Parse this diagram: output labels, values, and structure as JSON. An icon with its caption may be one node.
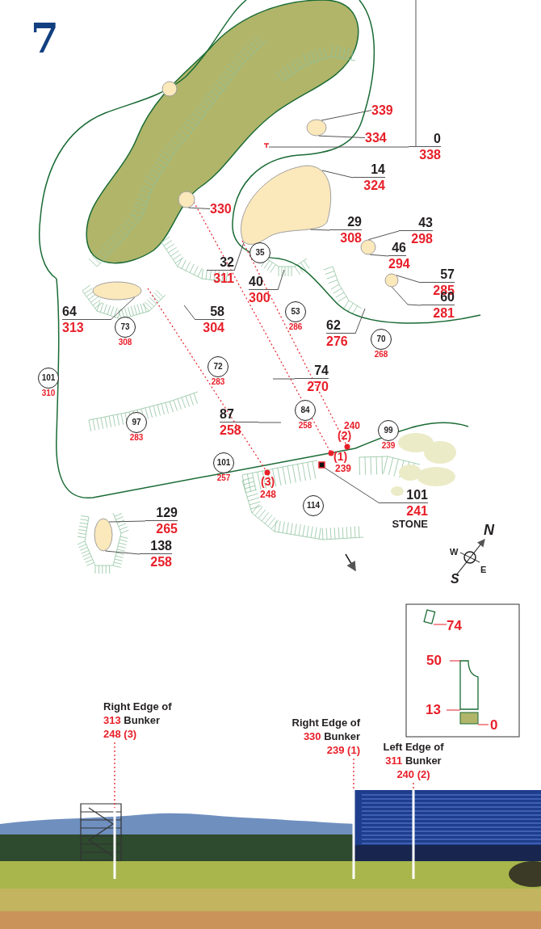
{
  "diagram": {
    "title": "7",
    "nodes": [
      {
        "text": [
          "339"
        ]
      },
      {
        "text": [
          "334"
        ]
      },
      {
        "text": [
          "0",
          "338"
        ]
      },
      {
        "text": [
          "14",
          "324"
        ]
      },
      {
        "text": [
          "330"
        ]
      },
      {
        "text": [
          "29",
          "308"
        ]
      },
      {
        "text": [
          "43",
          "298"
        ]
      },
      {
        "text": [
          "46",
          "294"
        ]
      },
      {
        "text": [
          "32",
          "311"
        ]
      },
      {
        "text": [
          "35"
        ]
      },
      {
        "text": [
          "40",
          "300"
        ]
      },
      {
        "text": [
          "57",
          "285"
        ]
      },
      {
        "text": [
          "60",
          "281"
        ]
      },
      {
        "text": [
          "64",
          "313"
        ]
      },
      {
        "text": [
          "73"
        ],
        "beside": [
          "308"
        ]
      },
      {
        "text": [
          "58",
          "304"
        ]
      },
      {
        "text": [
          "53"
        ],
        "beside": [
          "286"
        ]
      },
      {
        "text": [
          "62",
          "276"
        ]
      },
      {
        "text": [
          "70"
        ],
        "beside": [
          "268"
        ]
      },
      {
        "text": [
          "101"
        ],
        "beside": [
          "310"
        ]
      },
      {
        "text": [
          "72"
        ],
        "beside": [
          "283"
        ]
      },
      {
        "text": [
          "74",
          "270"
        ]
      },
      {
        "text": [
          "97"
        ],
        "beside": [
          "283"
        ]
      },
      {
        "text": [
          "87",
          "258"
        ]
      },
      {
        "text": [
          "84"
        ],
        "beside": [
          "258"
        ]
      },
      {
        "text": [
          "99"
        ],
        "beside": [
          "239"
        ]
      },
      {
        "text": [
          "101"
        ],
        "beside": [
          "257"
        ]
      },
      {
        "text": [
          "101",
          "241",
          "STONE"
        ]
      },
      {
        "text": [
          "114"
        ]
      },
      {
        "text": [
          "129",
          "265"
        ]
      },
      {
        "text": [
          "138",
          "258"
        ]
      },
      {
        "text": [
          "Right Edge of",
          "313 Bunker",
          "248 (3)"
        ]
      },
      {
        "text": [
          "Right Edge of",
          "330 Bunker",
          "239 (1)"
        ]
      },
      {
        "text": [
          "Left Edge of",
          "311 Bunker",
          "240 (2)"
        ]
      },
      {
        "text": [],
        "shape": "bunker"
      },
      {
        "text": [],
        "shape": "marker"
      },
      {
        "text": [],
        "shape": "bunker"
      },
      {
        "text": [],
        "shape": "bunker"
      },
      {
        "text": [],
        "shape": "bunker"
      },
      {
        "text": [],
        "shape": "bunker"
      },
      {
        "text": [],
        "shape": "bunker"
      },
      {
        "text": [],
        "shape": "marker"
      },
      {
        "text": [],
        "shape": "bunker"
      },
      {
        "text": [],
        "shape": "pole"
      },
      {
        "text": [],
        "shape": "pole"
      },
      {
        "text": [],
        "shape": "pole"
      }
    ],
    "edges": [
      {
        "from": 0,
        "to": 34,
        "arrow": "none"
      },
      {
        "from": 1,
        "to": 34,
        "arrow": "none"
      },
      {
        "from": 2,
        "to": 35,
        "arrow": "none"
      },
      {
        "from": 3,
        "to": 37,
        "arrow": "none"
      },
      {
        "from": 4,
        "to": 36,
        "arrow": "none"
      },
      {
        "from": 5,
        "to": 37,
        "arrow": "none"
      },
      {
        "from": 6,
        "to": 38,
        "arrow": "none"
      },
      {
        "from": 7,
        "to": 38,
        "arrow": "none"
      },
      {
        "from": 8,
        "to": 37,
        "arrow": "none"
      },
      {
        "from": 10,
        "to": null,
        "arrow": "none"
      },
      {
        "from": 11,
        "to": 39,
        "arrow": "none"
      },
      {
        "from": 12,
        "to": 39,
        "arrow": "none"
      },
      {
        "from": 13,
        "to": 40,
        "arrow": "none"
      },
      {
        "from": 15,
        "to": null,
        "arrow": "none"
      },
      {
        "from": 17,
        "to": null,
        "arrow": "none"
      },
      {
        "from": 21,
        "to": null,
        "arrow": "none"
      },
      {
        "from": 23,
        "to": null,
        "arrow": "none"
      },
      {
        "from": 27,
        "to": 41,
        "arrow": "none"
      },
      {
        "from": 29,
        "to": 42,
        "arrow": "none"
      },
      {
        "from": 30,
        "to": 42,
        "arrow": "none"
      },
      {
        "from": 31,
        "to": 43,
        "arrow": "none",
        "style": "dashed",
        "color": "#e8202a"
      },
      {
        "from": 32,
        "to": 44,
        "arrow": "none",
        "style": "dashed",
        "color": "#e8202a"
      },
      {
        "from": 33,
        "to": 45,
        "arrow": "none",
        "style": "dashed",
        "color": "#e8202a"
      }
    ],
    "labels": [
      "240",
      "(2)",
      "(1)",
      "239",
      "(3)",
      "248",
      "N",
      "W",
      "E",
      "S",
      "74",
      "50",
      "13",
      "0"
    ]
  }
}
